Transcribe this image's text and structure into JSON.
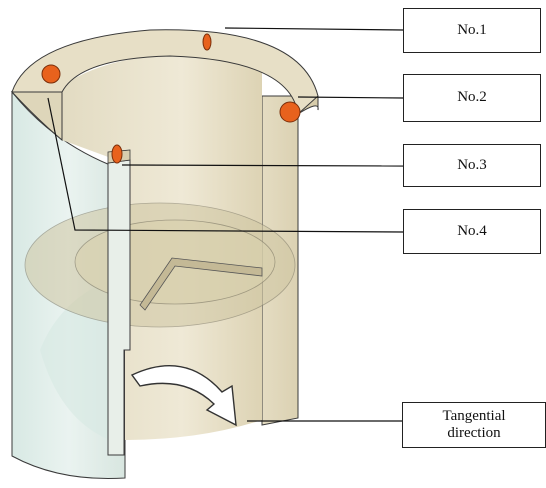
{
  "labels": {
    "no1": "No.1",
    "no2": "No.2",
    "no3": "No.3",
    "no4": "No.4",
    "tangential_line1": "Tangential",
    "tangential_line2": "direction"
  },
  "colors": {
    "wall_top": "#e5dcc2",
    "wall_side": "#ddd4b6",
    "glass_blue": "#d4e7e2",
    "sensor": "#e8621d",
    "outline": "#3a3a3a"
  }
}
